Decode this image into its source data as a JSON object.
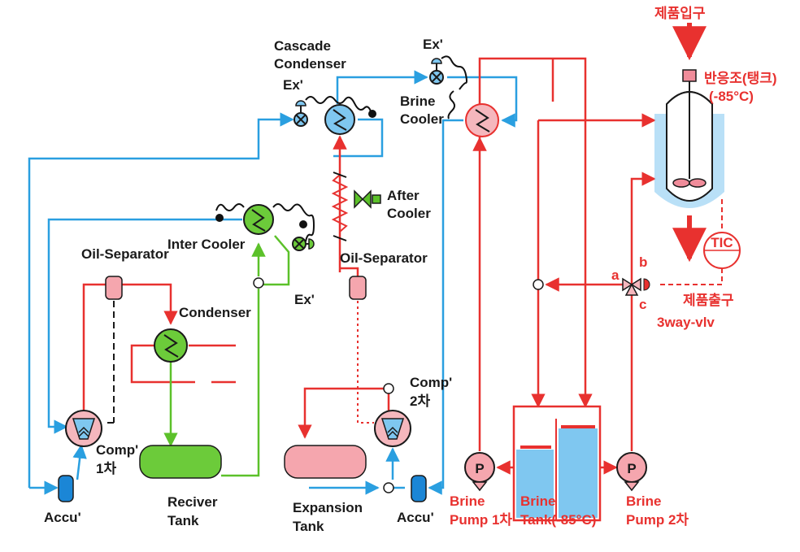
{
  "labels": {
    "cascade_condenser": [
      "Cascade",
      "Condenser"
    ],
    "ex_cascade": "Ex'",
    "ex_brine": "Ex'",
    "ex_inter": "Ex'",
    "brine_cooler": [
      "Brine",
      "Cooler"
    ],
    "after_cooler": [
      "After",
      "Cooler"
    ],
    "inter_cooler": "Inter Cooler",
    "oil_sep_left": "Oil-Separator",
    "oil_sep_right": "Oil-Separator",
    "condenser": "Condenser",
    "comp1": [
      "Comp'",
      "1차"
    ],
    "comp2": [
      "Comp'",
      "2차"
    ],
    "accu_left": "Accu'",
    "accu_right": "Accu'",
    "receiver_tank": [
      "Reciver",
      "Tank"
    ],
    "expansion_tank": [
      "Expansion",
      "Tank"
    ],
    "product_in": "제품입구",
    "reactor": [
      "반응조(탱크)",
      "(-85°C)"
    ],
    "product_out": "제품출구",
    "three_way": "3way-vlv",
    "port_a": "a",
    "port_b": "b",
    "port_c": "c",
    "tic": "TIC",
    "pump_symbol": "P",
    "brine_pump1": [
      "Brine",
      "Pump 1차"
    ],
    "brine_tank": [
      "Brine",
      "Tank(-85°C)"
    ],
    "brine_pump2": [
      "Brine",
      "Pump 2차"
    ]
  },
  "colors": {
    "low_stage_line": "#2a9fe0",
    "high_stage_line": "#e8312f",
    "condenser_line": "#5cc12a",
    "accent_text": "#e8312f"
  }
}
